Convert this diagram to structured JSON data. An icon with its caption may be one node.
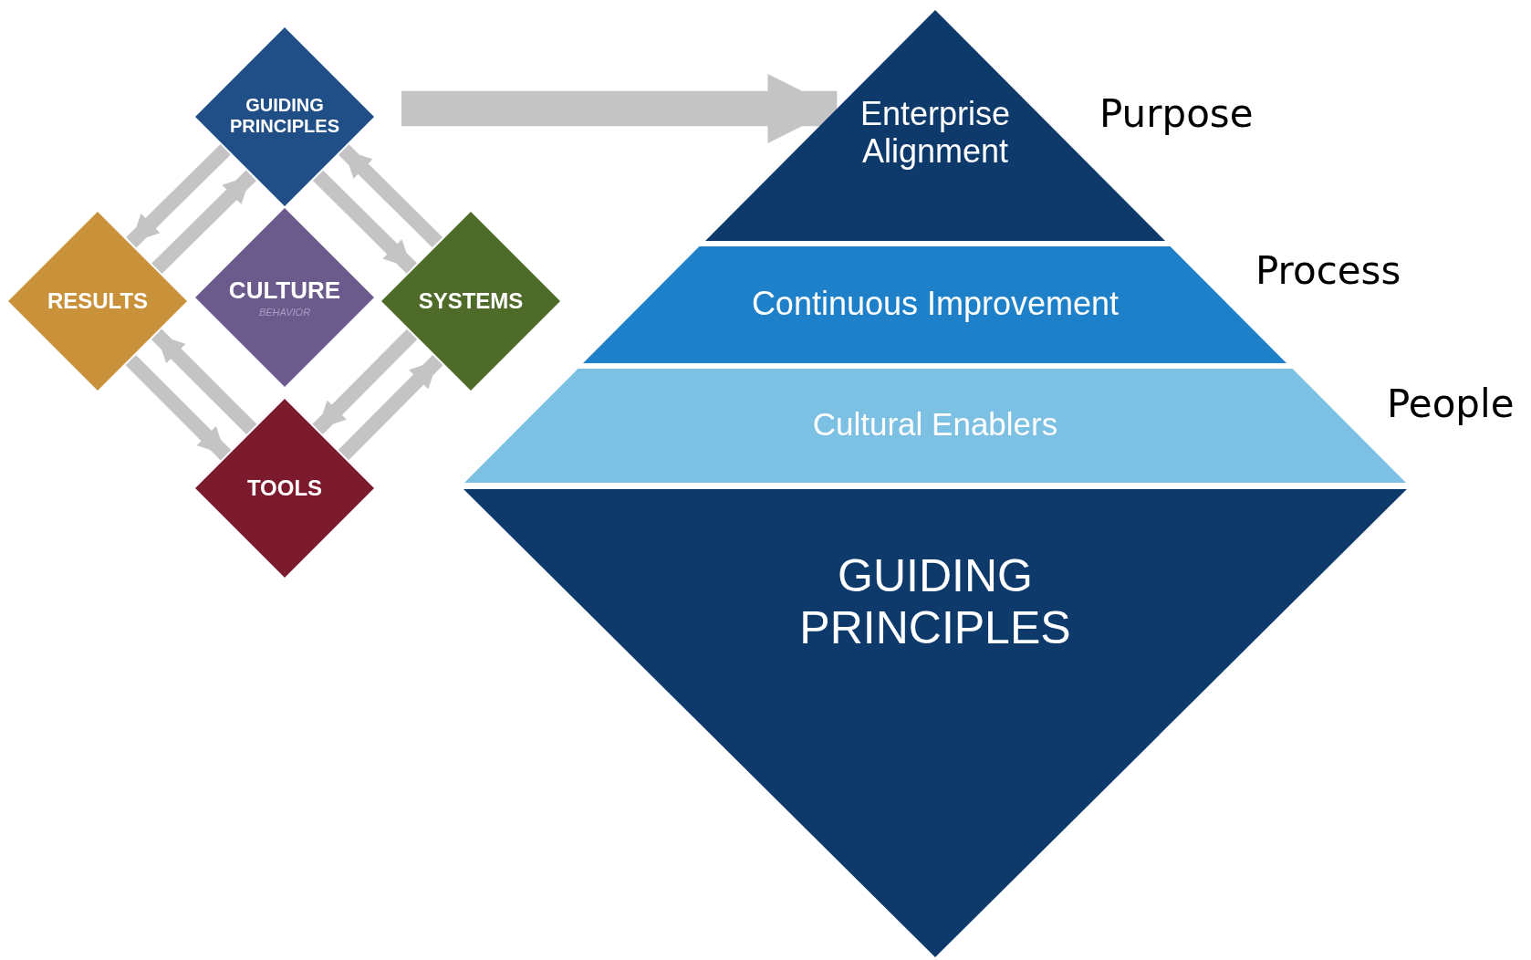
{
  "diagram": {
    "nodes": [
      {
        "text": [
          "GUIDING PRINCIPLES"
        ]
      },
      {
        "text": [
          "RESULTS"
        ]
      },
      {
        "text": [
          "CULTURE",
          "BEHAVIOR"
        ]
      },
      {
        "text": [
          "SYSTEMS"
        ]
      },
      {
        "text": [
          "TOOLS"
        ]
      },
      {
        "text": [
          "Enterprise Alignment"
        ],
        "beside": [
          "Purpose"
        ]
      },
      {
        "text": [
          "Continuous Improvement"
        ],
        "beside": [
          "Process"
        ]
      },
      {
        "text": [
          "Cultural Enablers"
        ],
        "beside": [
          "People"
        ]
      },
      {
        "text": [
          "GUIDING PRINCIPLES"
        ]
      }
    ],
    "edges": [
      {
        "from": 1,
        "to": 0,
        "arrow": "to"
      },
      {
        "from": 0,
        "to": 1,
        "arrow": "to"
      },
      {
        "from": 0,
        "to": 3,
        "arrow": "to"
      },
      {
        "from": 3,
        "to": 0,
        "arrow": "to"
      },
      {
        "from": 1,
        "to": 4,
        "arrow": "to"
      },
      {
        "from": 4,
        "to": 1,
        "arrow": "to"
      },
      {
        "from": 4,
        "to": 3,
        "arrow": "to"
      },
      {
        "from": 3,
        "to": 4,
        "arrow": "to"
      },
      {
        "from": null,
        "to": 5,
        "arrow": "to",
        "style": "thick"
      }
    ]
  }
}
